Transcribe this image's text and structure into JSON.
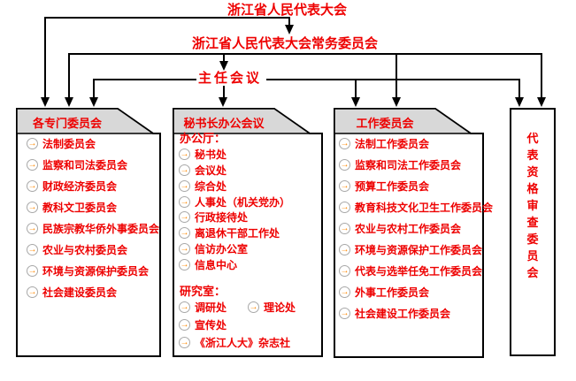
{
  "colors": {
    "text_red": "#ee0000",
    "line_black": "#000000",
    "tab_gray": "#d8d8d8",
    "icon_orange": "#ff8800"
  },
  "icons": {
    "item_arrow": "→"
  },
  "hierarchy": {
    "level1": "浙江省人民代表大会",
    "level2": "浙江省人民代表大会常务委员会",
    "level3": "主任会议"
  },
  "columns": {
    "special": {
      "header": "各专门委员会",
      "items": [
        "法制委员会",
        "监察和司法委员会",
        "财政经济委员会",
        "教科文卫委员会",
        "民族宗教华侨外事委员会",
        "农业与农村委员会",
        "环境与资源保护委员会",
        "社会建设委员会"
      ]
    },
    "secretary": {
      "header": "秘书长办公会议",
      "office_label": "办公厅：",
      "office_items": [
        "秘书处",
        "会议处",
        "综合处",
        "人事处（机关党办）",
        "行政接待处",
        "离退休干部工作处",
        "信访办公室",
        "信息中心"
      ],
      "research_label": "研究室：",
      "research_items": [
        "调研处",
        "理论处",
        "宣传处",
        "《浙江人大》杂志社"
      ]
    },
    "working": {
      "header": "工作委员会",
      "items": [
        "法制工作委员会",
        "监察和司法工作委员会",
        "预算工作委员会",
        "教育科技文化卫生工作委员会",
        "农业与农村工作委员会",
        "环境与资源保护工作委员会",
        "代表与选举任免工作委员会",
        "外事工作委员会",
        "社会建设工作委员会"
      ]
    },
    "qualification": {
      "label": "代表资格审查委员会"
    }
  }
}
